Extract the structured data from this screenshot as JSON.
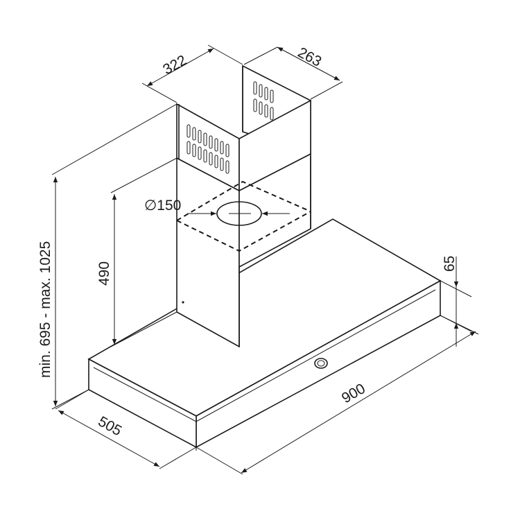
{
  "title": "Cooker hood dimension drawing",
  "dimensions": {
    "chimney_width": "322",
    "chimney_depth": "263",
    "duct_diameter": "∅150",
    "canopy_to_chimney_height": "490",
    "total_height": "min. 695 - max. 1025",
    "canopy_thickness": "65",
    "width": "900",
    "depth": "505"
  }
}
